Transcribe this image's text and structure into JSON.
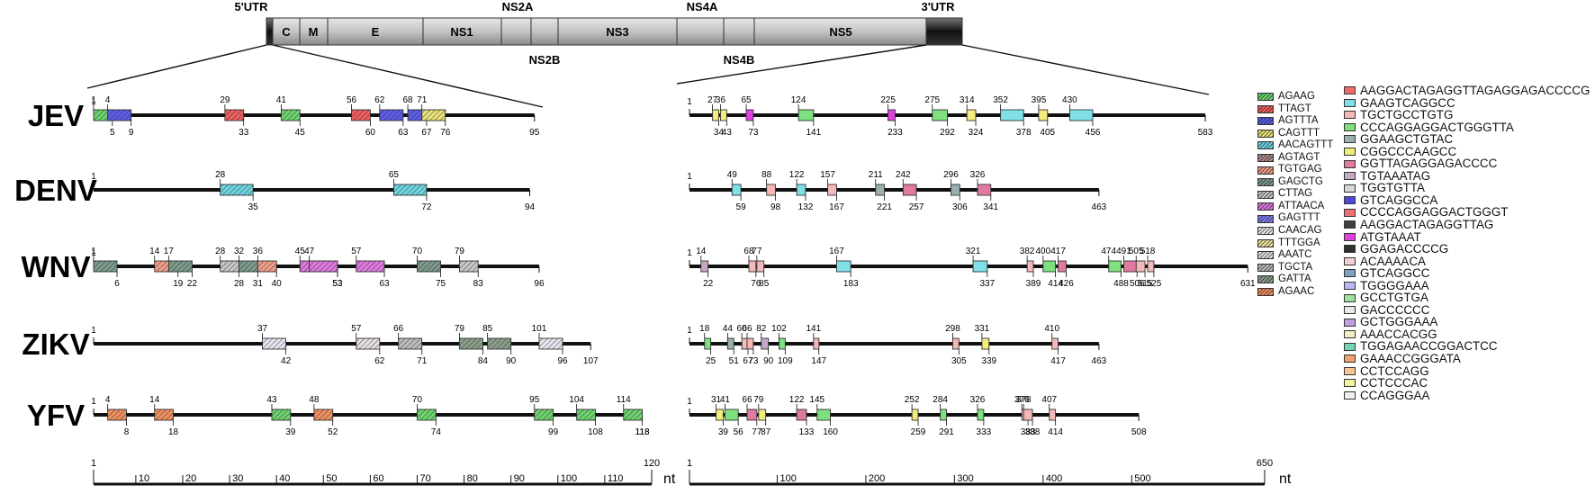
{
  "genome": {
    "utr5_label": "5'UTR",
    "utr3_label": "3'UTR",
    "segments_top": [
      "C",
      "M",
      "E",
      "NS1",
      "",
      "NS3",
      "",
      "NS5"
    ],
    "above_labels": [
      "NS2A",
      "NS4A"
    ],
    "below_labels": [
      "NS2B",
      "NS4B"
    ]
  },
  "virus_tracks": [
    {
      "name": "JEV",
      "utr5": {
        "length": 95,
        "ticks": [
          {
            "s": 1,
            "e": 5,
            "l1": "1",
            "l2": "5",
            "motif": 0
          },
          {
            "s": 4,
            "e": 9,
            "l1": "4",
            "l2": "9",
            "motif": 2
          },
          {
            "s": 29,
            "e": 33,
            "l1": "29",
            "l2": "33",
            "motif": 1
          },
          {
            "s": 41,
            "e": 45,
            "l1": "41",
            "l2": "45",
            "motif": 0
          },
          {
            "s": 56,
            "e": 60,
            "l1": "56",
            "l2": "60",
            "motif": 1
          },
          {
            "s": 62,
            "e": 67,
            "l1": "62",
            "l2": "63",
            "motif": 2
          },
          {
            "s": 68,
            "e": 67,
            "l1": "68",
            "l2": "67",
            "motif": 2
          },
          {
            "s": 71,
            "e": 76,
            "l1": "71",
            "l2": "76",
            "motif": 3
          }
        ]
      },
      "utr3": {
        "length": 583,
        "ticks": [
          {
            "s": 27,
            "e": 34,
            "l1": "27",
            "l2": "34",
            "motif": 5
          },
          {
            "s": 36,
            "e": 43,
            "l1": "36",
            "l2": "43",
            "motif": 5
          },
          {
            "s": 65,
            "e": 73,
            "l1": "65",
            "l2": "73",
            "motif": 12
          },
          {
            "s": 124,
            "e": 141,
            "l1": "124",
            "l2": "141",
            "motif": 3
          },
          {
            "s": 225,
            "e": 233,
            "l1": "225",
            "l2": "233",
            "motif": 12
          },
          {
            "s": 275,
            "e": 292,
            "l1": "275",
            "l2": "292",
            "motif": 3
          },
          {
            "s": 314,
            "e": 324,
            "l1": "314",
            "l2": "324",
            "motif": 5
          },
          {
            "s": 352,
            "e": 378,
            "l1": "352",
            "l2": "378",
            "motif": 1
          },
          {
            "s": 395,
            "e": 405,
            "l1": "395",
            "l2": "405",
            "motif": 5
          },
          {
            "s": 430,
            "e": 456,
            "l1": "430",
            "l2": "456",
            "motif": 1
          }
        ]
      }
    },
    {
      "name": "DENV",
      "utr5": {
        "length": 94,
        "ticks": [
          {
            "s": 28,
            "e": 35,
            "l1": "28",
            "l2": "35",
            "motif": 4
          },
          {
            "s": 65,
            "e": 72,
            "l1": "65",
            "l2": "72",
            "motif": 4
          }
        ]
      },
      "utr3": {
        "length": 463,
        "ticks": [
          {
            "s": 49,
            "e": 59,
            "l1": "49",
            "l2": "59",
            "motif": 1
          },
          {
            "s": 88,
            "e": 98,
            "l1": "88",
            "l2": "98",
            "motif": 2
          },
          {
            "s": 122,
            "e": 132,
            "l1": "122",
            "l2": "132",
            "motif": 1
          },
          {
            "s": 157,
            "e": 167,
            "l1": "157",
            "l2": "167",
            "motif": 2
          },
          {
            "s": 211,
            "e": 221,
            "l1": "211",
            "l2": "221",
            "motif": 4
          },
          {
            "s": 242,
            "e": 257,
            "l1": "242",
            "l2": "257",
            "motif": 6
          },
          {
            "s": 296,
            "e": 306,
            "l1": "296",
            "l2": "306",
            "motif": 4
          },
          {
            "s": 326,
            "e": 341,
            "l1": "326",
            "l2": "341",
            "motif": 6
          }
        ]
      }
    },
    {
      "name": "WNV",
      "utr5": {
        "length": 96,
        "ticks": [
          {
            "s": 1,
            "e": 6,
            "l1": "1",
            "l2": "6",
            "motif": 7
          },
          {
            "s": 14,
            "e": 19,
            "l1": "14",
            "l2": "19",
            "motif": 6
          },
          {
            "s": 17,
            "e": 22,
            "l1": "17",
            "l2": "22",
            "motif": 7
          },
          {
            "s": 28,
            "e": 31,
            "l1": "28",
            "l2": "28",
            "motif": 8
          },
          {
            "s": 32,
            "e": 36,
            "l1": "32",
            "l2": "31",
            "motif": 7
          },
          {
            "s": 36,
            "e": 40,
            "l1": "36",
            "l2": "40",
            "motif": 6
          },
          {
            "s": 45,
            "e": 53,
            "l1": "45",
            "l2": "53",
            "motif": 9
          },
          {
            "s": 47,
            "e": 53,
            "l1": "47",
            "l2": "53",
            "motif": 9
          },
          {
            "s": 57,
            "e": 63,
            "l1": "57",
            "l2": "63",
            "motif": 9
          },
          {
            "s": 70,
            "e": 75,
            "l1": "70",
            "l2": "75",
            "motif": 7
          },
          {
            "s": 79,
            "e": 83,
            "l1": "79",
            "l2": "83",
            "motif": 8
          }
        ]
      },
      "utr3": {
        "length": 631,
        "ticks": [
          {
            "s": 14,
            "e": 22,
            "l1": "14",
            "l2": "22",
            "motif": 7
          },
          {
            "s": 68,
            "e": 76,
            "l1": "68",
            "l2": "76",
            "motif": 2
          },
          {
            "s": 77,
            "e": 85,
            "l1": "77",
            "l2": "85",
            "motif": 2
          },
          {
            "s": 167,
            "e": 183,
            "l1": "167",
            "l2": "183",
            "motif": 1
          },
          {
            "s": 321,
            "e": 337,
            "l1": "321",
            "l2": "337",
            "motif": 1
          },
          {
            "s": 382,
            "e": 389,
            "l1": "382",
            "l2": "389",
            "motif": 2
          },
          {
            "s": 400,
            "e": 414,
            "l1": "400",
            "l2": "414",
            "motif": 3
          },
          {
            "s": 417,
            "e": 426,
            "l1": "417",
            "l2": "426",
            "motif": 6
          },
          {
            "s": 474,
            "e": 488,
            "l1": "474",
            "l2": "488",
            "motif": 3
          },
          {
            "s": 491,
            "e": 506,
            "l1": "491",
            "l2": "506",
            "motif": 6
          },
          {
            "s": 505,
            "e": 515,
            "l1": "505",
            "l2": "515",
            "motif": 2
          },
          {
            "s": 518,
            "e": 525,
            "l1": "518",
            "l2": "525",
            "motif": 2
          }
        ]
      }
    },
    {
      "name": "ZIKV",
      "utr5": {
        "length": 107,
        "ticks": [
          {
            "s": 37,
            "e": 42,
            "l1": "37",
            "l2": "42",
            "motif": 11
          },
          {
            "s": 57,
            "e": 62,
            "l1": "57",
            "l2": "62",
            "motif": 13
          },
          {
            "s": 66,
            "e": 71,
            "l1": "66",
            "l2": "71",
            "motif": 14
          },
          {
            "s": 79,
            "e": 84,
            "l1": "79",
            "l2": "84",
            "motif": 15
          },
          {
            "s": 85,
            "e": 90,
            "l1": "85",
            "l2": "90",
            "motif": 15
          },
          {
            "s": 96,
            "e": 101,
            "l1": "101",
            "l2": "96",
            "motif": 11
          }
        ]
      },
      "utr3": {
        "length": 463,
        "ticks": [
          {
            "s": 18,
            "e": 25,
            "l1": "18",
            "l2": "25",
            "motif": 3
          },
          {
            "s": 44,
            "e": 51,
            "l1": "44",
            "l2": "51",
            "motif": 4
          },
          {
            "s": 60,
            "e": 67,
            "l1": "60",
            "l2": "67",
            "motif": 2
          },
          {
            "s": 66,
            "e": 73,
            "l1": "66",
            "l2": "73",
            "motif": 2
          },
          {
            "s": 82,
            "e": 90,
            "l1": "82",
            "l2": "90",
            "motif": 7
          },
          {
            "s": 102,
            "e": 109,
            "l1": "102",
            "l2": "109",
            "motif": 3
          },
          {
            "s": 141,
            "e": 147,
            "l1": "141",
            "l2": "147",
            "motif": 2
          },
          {
            "s": 298,
            "e": 305,
            "l1": "298",
            "l2": "305",
            "motif": 2
          },
          {
            "s": 331,
            "e": 339,
            "l1": "331",
            "l2": "339",
            "motif": 5
          },
          {
            "s": 410,
            "e": 417,
            "l1": "410",
            "l2": "417",
            "motif": 2
          }
        ]
      }
    },
    {
      "name": "YFV",
      "utr5": {
        "length": 118,
        "ticks": [
          {
            "s": 4,
            "e": 8,
            "l1": "4",
            "l2": "8",
            "motif": 16
          },
          {
            "s": 14,
            "e": 18,
            "l1": "14",
            "l2": "18",
            "motif": 16
          },
          {
            "s": 39,
            "e": 43,
            "l1": "43",
            "l2": "39",
            "motif": 17
          },
          {
            "s": 48,
            "e": 52,
            "l1": "48",
            "l2": "52",
            "motif": 16
          },
          {
            "s": 70,
            "e": 74,
            "l1": "70",
            "l2": "74",
            "motif": 17
          },
          {
            "s": 95,
            "e": 99,
            "l1": "95",
            "l2": "99",
            "motif": 17
          },
          {
            "s": 104,
            "e": 108,
            "l1": "104",
            "l2": "108",
            "motif": 18
          },
          {
            "s": 114,
            "e": 118,
            "l1": "114",
            "l2": "118",
            "motif": 18
          }
        ]
      },
      "utr3": {
        "length": 508,
        "ticks": [
          {
            "s": 31,
            "e": 39,
            "l1": "31",
            "l2": "39",
            "motif": 5
          },
          {
            "s": 41,
            "e": 56,
            "l1": "41",
            "l2": "56",
            "motif": 3
          },
          {
            "s": 66,
            "e": 77,
            "l1": "66",
            "l2": "77",
            "motif": 6
          },
          {
            "s": 79,
            "e": 87,
            "l1": "79",
            "l2": "87",
            "motif": 5
          },
          {
            "s": 122,
            "e": 133,
            "l1": "122",
            "l2": "133",
            "motif": 6
          },
          {
            "s": 145,
            "e": 160,
            "l1": "145",
            "l2": "160",
            "motif": 3
          },
          {
            "s": 252,
            "e": 259,
            "l1": "252",
            "l2": "259",
            "motif": 5
          },
          {
            "s": 284,
            "e": 291,
            "l1": "284",
            "l2": "291",
            "motif": 3
          },
          {
            "s": 326,
            "e": 333,
            "l1": "326",
            "l2": "333",
            "motif": 3
          },
          {
            "s": 376,
            "e": 383,
            "l1": "376",
            "l2": "383",
            "motif": 2
          },
          {
            "s": 378,
            "e": 388,
            "l1": "378",
            "l2": "388",
            "motif": 2
          },
          {
            "s": 407,
            "e": 414,
            "l1": "407",
            "l2": "414",
            "motif": 2
          }
        ]
      }
    }
  ],
  "scale_5utr": {
    "max": 120,
    "ticks": [
      1,
      10,
      20,
      30,
      40,
      50,
      60,
      70,
      80,
      90,
      100,
      110,
      120
    ],
    "unit": "nt"
  },
  "scale_3utr": {
    "max": 650,
    "ticks": [
      1,
      100,
      200,
      300,
      400,
      500,
      650
    ],
    "unit": "nt"
  },
  "legend_5utr": [
    {
      "seq": "AGAAG",
      "color": "#6fd36f"
    },
    {
      "seq": "TTAGT",
      "color": "#ef5f5f"
    },
    {
      "seq": "AGTTTA",
      "color": "#5e5ee8"
    },
    {
      "seq": "CAGTTT",
      "color": "#e8e27a"
    },
    {
      "seq": "AACAGTTT",
      "color": "#6fd6e0"
    },
    {
      "seq": "AGTAGT",
      "color": "#b08d8d"
    },
    {
      "seq": "TGTGAG",
      "color": "#f0a08a"
    },
    {
      "seq": "GAGCTG",
      "color": "#7e9b8e"
    },
    {
      "seq": "CTTAG",
      "color": "#c8c8c8"
    },
    {
      "seq": "ATTAACA",
      "color": "#e07ae0"
    },
    {
      "seq": "GAGTTT",
      "color": "#8080f0"
    },
    {
      "seq": "CAACAG",
      "color": "#e6e6f0"
    },
    {
      "seq": "TTTGGA",
      "color": "#f0e6a0"
    },
    {
      "seq": "AAATC",
      "color": "#e8e0e0"
    },
    {
      "seq": "TGCTA",
      "color": "#bdbdbd"
    },
    {
      "seq": "GATTA",
      "color": "#8aa08a"
    },
    {
      "seq": "AGAAC",
      "color": "#f09060"
    }
  ],
  "legend_3utr": [
    {
      "seq": "AAGGACTAGAGGTTAGAGGAGACCCCG",
      "color": "#ef6a6a"
    },
    {
      "seq": "GAAGTCAGGCC",
      "color": "#7fe0e8"
    },
    {
      "seq": "TGCTGCCTGTG",
      "color": "#f4b8b8"
    },
    {
      "seq": "CCCAGGAGGACTGGGTTA",
      "color": "#7ee07e"
    },
    {
      "seq": "GGAAGCTGTAC",
      "color": "#9ab0b0"
    },
    {
      "seq": "CGGCCCAAGCC",
      "color": "#f4ec7a"
    },
    {
      "seq": "GGTTAGAGGAGACCCC",
      "color": "#e07aa0"
    },
    {
      "seq": "TGTAAATAG",
      "color": "#c8a8c8"
    },
    {
      "seq": "TGGTGTTA",
      "color": "#d8d8d8"
    },
    {
      "seq": "GTCAGGCCA",
      "color": "#4a4ad8"
    },
    {
      "seq": "CCCCAGGAGGACTGGGT",
      "color": "#f07070"
    },
    {
      "seq": "AAGGACTAGAGGTTAG",
      "color": "#404040"
    },
    {
      "seq": "ATGTAAAT",
      "color": "#e040e0"
    },
    {
      "seq": "GGAGACCCCG",
      "color": "#303030"
    },
    {
      "seq": "ACAAAACA",
      "color": "#f4d0d0"
    },
    {
      "seq": "GTCAGGCC",
      "color": "#80a0c0"
    },
    {
      "seq": "TGGGGAAA",
      "color": "#b8b8f0"
    },
    {
      "seq": "GCCTGTGA",
      "color": "#a0e0a0"
    },
    {
      "seq": "GACCCCCC",
      "color": "#e8e8e8"
    },
    {
      "seq": "GCTGGGAAA",
      "color": "#c0a0e0"
    },
    {
      "seq": "AAACCACGG",
      "color": "#f4eec0"
    },
    {
      "seq": "TGGAGAACCGGACTCC",
      "color": "#70d8b0"
    },
    {
      "seq": "GAAACCGGGATA",
      "color": "#f0a070"
    },
    {
      "seq": "CCTCCAGG",
      "color": "#f8c890"
    },
    {
      "seq": "CCTCCCAC",
      "color": "#f4f4a0"
    },
    {
      "seq": "CCAGGGAA",
      "color": "#f0f0f0"
    }
  ]
}
